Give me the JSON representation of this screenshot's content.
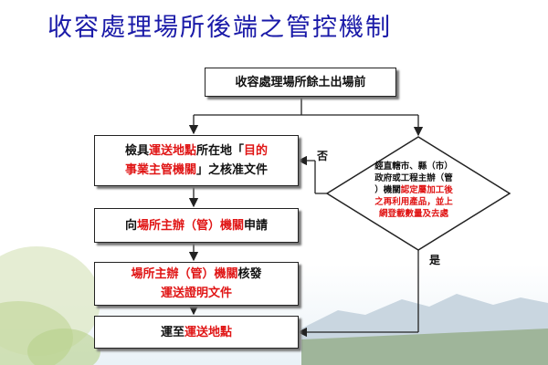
{
  "title": "收容處理場所後端之管控機制",
  "flow": {
    "start": {
      "part1": "收容處理場所餘土",
      "part2": "出場前"
    },
    "docs": {
      "line1_a": "檢具",
      "line1_b": "運送地點",
      "line1_c": "所在地「",
      "line1_d": "目的",
      "line2_a": "事業主管機關",
      "line2_b": "」之核准文件"
    },
    "apply": {
      "a": "向",
      "b": "場所主辦（管）機關",
      "c": "申請"
    },
    "issue": {
      "line1_a": "場所主辦（管）機關",
      "line1_b": "核發",
      "line2": "運送證明文件"
    },
    "ship": {
      "a": "運至",
      "b": "運送地點"
    },
    "decision": {
      "line1": "經直轄市、縣（市）",
      "line2": "政府或工程主辦（管",
      "line3_a": "）機關",
      "line3_b": "認定屬加工後",
      "line4": "之再利用產品，並上",
      "line5": "網登載數量及去處"
    },
    "label_no": "否",
    "label_yes": "是"
  },
  "colors": {
    "title": "#1a1aa8",
    "highlight": "#e01515",
    "text": "#111111"
  }
}
